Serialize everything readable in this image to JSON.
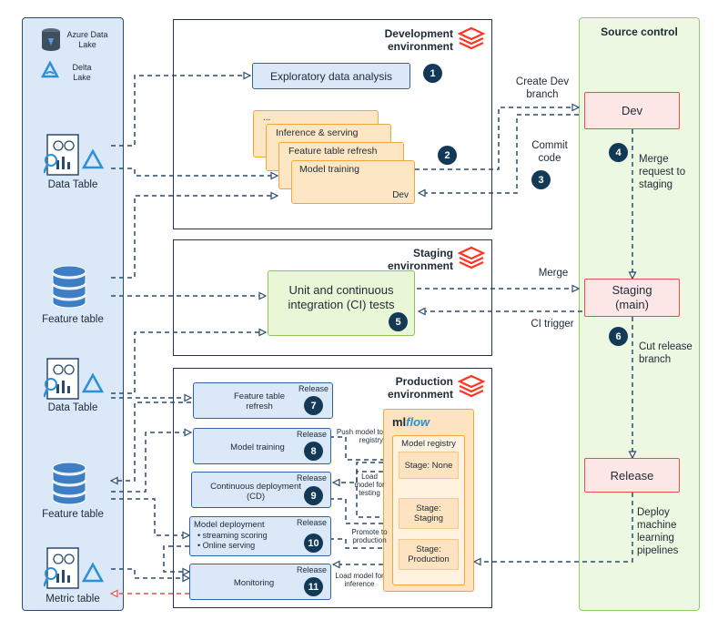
{
  "left_panel": {
    "azure": "Azure Data Lake",
    "delta": "Delta Lake",
    "data_table_1": "Data Table",
    "feature_table_1": "Feature table",
    "data_table_2": "Data Table",
    "feature_table_2": "Feature table",
    "metric_table": "Metric table"
  },
  "dev_env": {
    "title": "Development environment",
    "eda": "Exploratory data analysis",
    "stack_dots": "...",
    "stack_inference": "Inference & serving",
    "stack_feature": "Feature table refresh",
    "stack_model": "Model training",
    "stack_dev": "Dev"
  },
  "staging_env": {
    "title": "Staging environment",
    "ci": "Unit and continuous integration (CI) tests"
  },
  "prod_env": {
    "title": "Production environment",
    "feature_refresh": "Feature table refresh",
    "model_training": "Model training",
    "cd": "Continuous deployment (CD)",
    "deploy_title": "Model deployment",
    "deploy_b1": "streaming scoring",
    "deploy_b2": "Online serving",
    "monitoring": "Monitoring",
    "release": "Release",
    "mlflow_ml": "ml",
    "mlflow_flow": "flow",
    "registry": "Model registry",
    "stage_none": "Stage: None",
    "stage_staging": "Stage: Staging",
    "stage_production": "Stage: Production",
    "push_model": "Push model to registry",
    "load_testing": "Load model for testing",
    "promote": "Promote to production",
    "load_inference": "Load model for inference"
  },
  "source_control": {
    "title": "Source control",
    "dev": "Dev",
    "staging": "Staging (main)",
    "release": "Release",
    "create_dev": "Create Dev branch",
    "commit": "Commit code",
    "merge_req": "Merge request to staging",
    "merge": "Merge",
    "ci_trigger": "CI trigger",
    "cut_release": "Cut release branch",
    "deploy_pipelines": "Deploy machine learning pipelines"
  },
  "steps": [
    "1",
    "2",
    "3",
    "4",
    "5",
    "6",
    "7",
    "8",
    "9",
    "10",
    "11"
  ],
  "colors": {
    "navy": "#1f3550",
    "dash": "#2a4a6e",
    "red_arrow": "#e34f4f",
    "databricks": "#ff3621"
  }
}
